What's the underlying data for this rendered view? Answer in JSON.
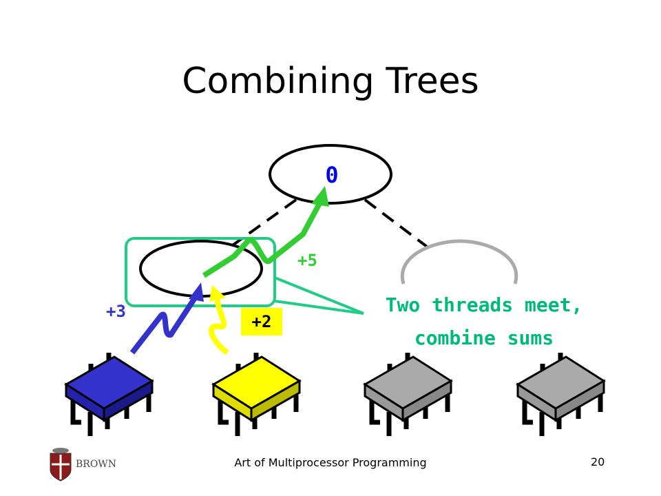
{
  "slide": {
    "title": "Combining Trees",
    "footer_text": "Art of Multiprocessor Programming",
    "page_number": "20",
    "logo_text": "BROWN"
  },
  "tree": {
    "root_value": "0",
    "combined_label": "+5",
    "thread_a_label": "+3",
    "thread_b_label": "+2"
  },
  "callout": {
    "line1": "Two threads meet,",
    "line2": "combine sums"
  },
  "processors": [
    {
      "color": "blue",
      "active": true
    },
    {
      "color": "yellow",
      "active": true
    },
    {
      "color": "gray",
      "active": false
    },
    {
      "color": "gray",
      "active": false
    }
  ],
  "colors": {
    "green_arrow": "#33cc33",
    "blue_arrow": "#3333cc",
    "yellow_arrow": "#ffff00",
    "callout": "#22cc88",
    "root_text": "#0000ee",
    "callout_text": "#00bb77",
    "gray_node": "#aaaaaa",
    "blue_chip": "#3333cc",
    "yellow_chip": "#ffff00",
    "gray_chip": "#aaaaaa"
  }
}
